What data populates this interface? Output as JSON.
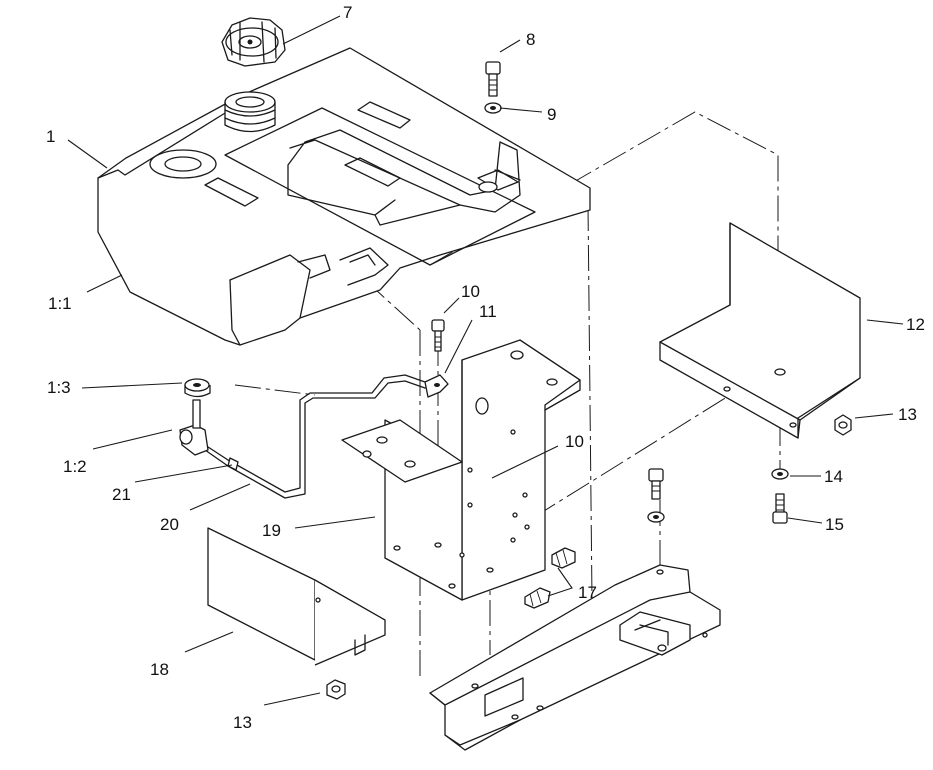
{
  "callouts": {
    "c1": "1",
    "c1_1": "1:1",
    "c1_2": "1:2",
    "c1_3": "1:3",
    "c7": "7",
    "c8": "8",
    "c9": "9",
    "c10a": "10",
    "c10b": "10",
    "c11": "11",
    "c12": "12",
    "c13a": "13",
    "c13b": "13",
    "c14": "14",
    "c15": "15",
    "c17": "17",
    "c18": "18",
    "c19": "19",
    "c20": "20",
    "c21": "21"
  }
}
